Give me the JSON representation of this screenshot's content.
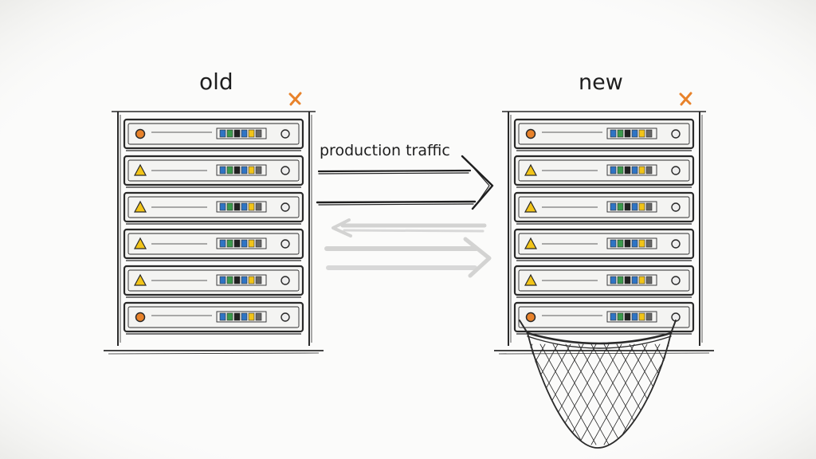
{
  "diagram": {
    "old_label": "old",
    "new_label": "new",
    "arrow_label": "production traffic"
  },
  "colors": {
    "ink": "#2a2a2a",
    "accent": "#e8822a",
    "warning": "#f2c418",
    "chip_blue": "#2f74c4",
    "chip_green": "#3b9a4c"
  },
  "racks": [
    {
      "id": "old",
      "units": [
        "power-led",
        "warning",
        "warning",
        "warning",
        "warning",
        "power-led"
      ]
    },
    {
      "id": "new",
      "units": [
        "power-led",
        "warning",
        "warning",
        "warning",
        "warning",
        "power-led"
      ]
    }
  ]
}
